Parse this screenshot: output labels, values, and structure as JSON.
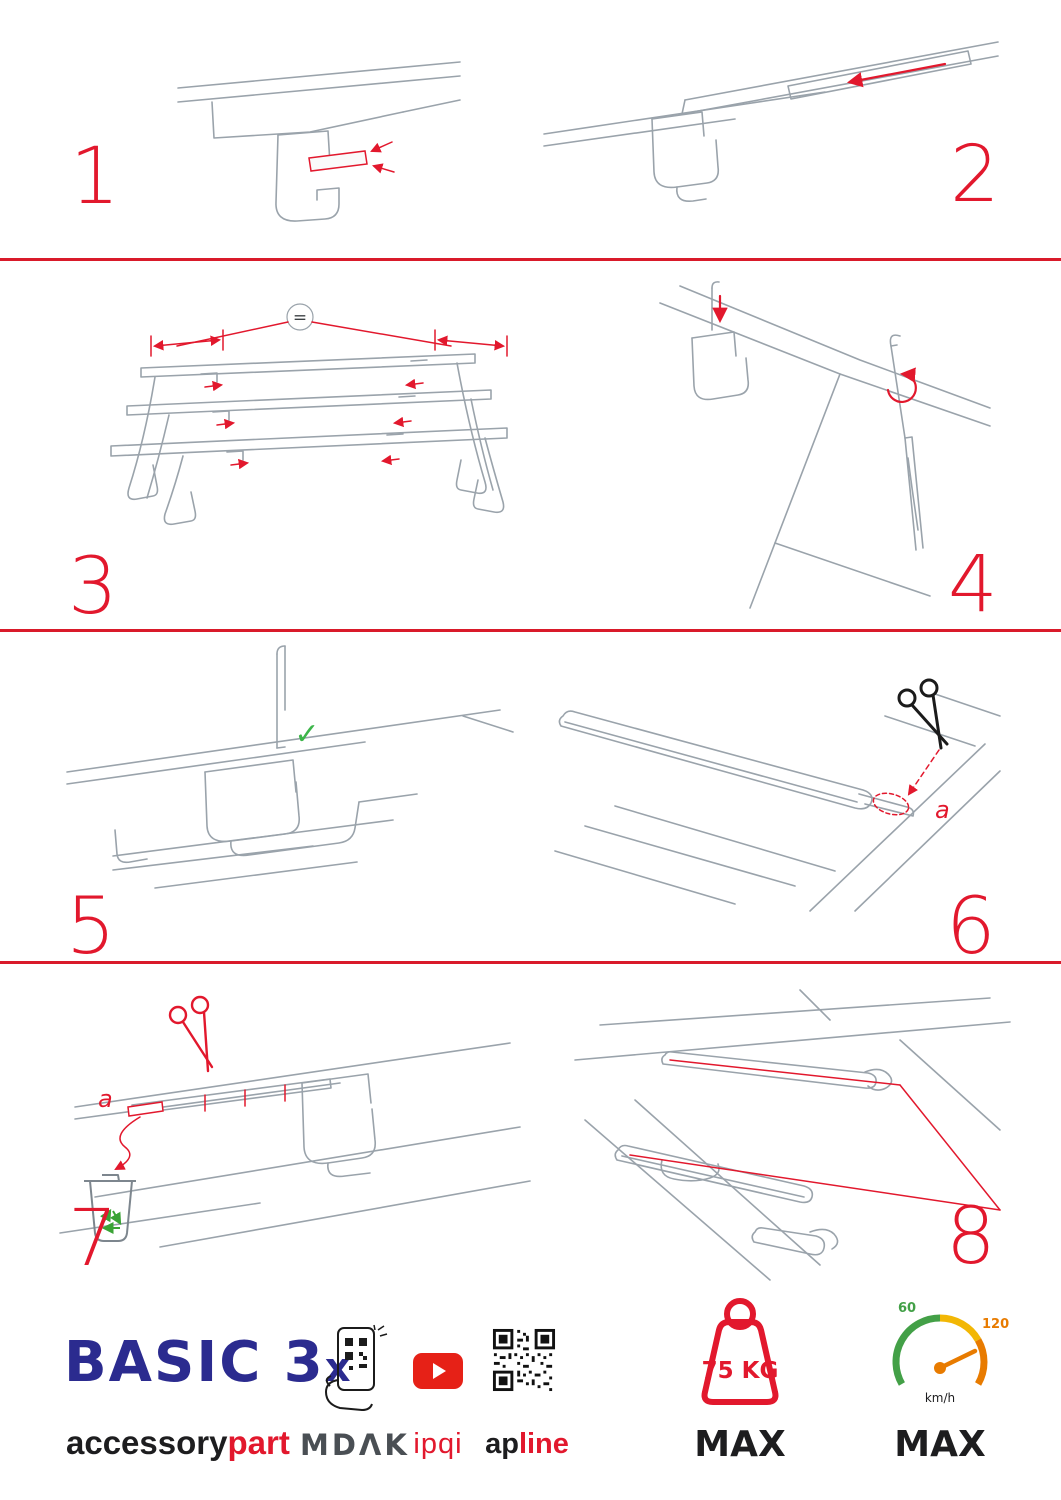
{
  "steps": [
    {
      "number": "1"
    },
    {
      "number": "2"
    },
    {
      "number": "3"
    },
    {
      "number": "4"
    },
    {
      "number": "5"
    },
    {
      "number": "6"
    },
    {
      "number": "7"
    },
    {
      "number": "8"
    }
  ],
  "annotations": {
    "equal": "=",
    "check": "✓",
    "cut_label_6": "a",
    "cut_label_7": "a"
  },
  "footer": {
    "product": {
      "main": "BASIC 3",
      "suffix": "x"
    },
    "brand": {
      "black": "accessory",
      "red": "part"
    },
    "partners": {
      "mdak": "MDΛK",
      "ipqi": "ipqi",
      "apline_black": "ap",
      "apline_red": "line"
    },
    "weight": {
      "value": "75 KG",
      "max": "MAX"
    },
    "speed": {
      "tick_low": "60",
      "tick_high": "120",
      "unit": "km/h",
      "max": "MAX"
    }
  },
  "colors": {
    "accent_red": "#e2182d",
    "brand_blue": "#2b2b8f",
    "check_green": "#3db54a",
    "gauge_green": "#43a047",
    "gauge_yellow": "#f2b705",
    "gauge_orange": "#e87b00",
    "youtube_red": "#e62117",
    "line_gray": "#9aa3ab"
  }
}
